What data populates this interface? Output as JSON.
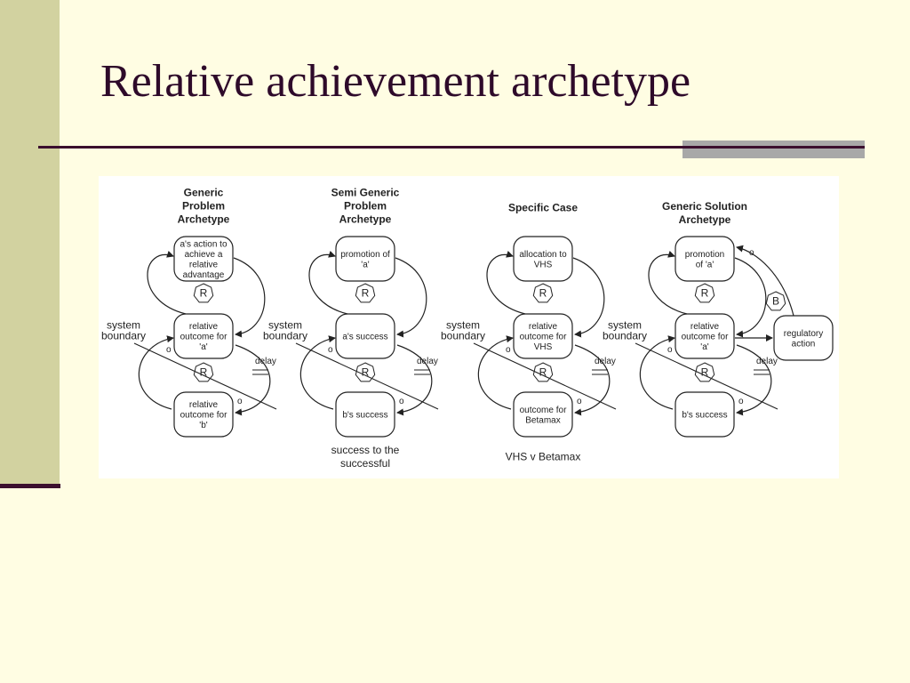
{
  "slide": {
    "title": "Relative achievement archetype"
  },
  "diagrams": [
    {
      "heading": [
        "Generic",
        "Problem",
        "Archetype"
      ],
      "top_node": [
        "a's action to",
        "achieve a",
        "relative",
        "advantage"
      ],
      "middle_node": [
        "relative",
        "outcome for",
        "'a'"
      ],
      "bottom_node": [
        "relative",
        "outcome for",
        "'b'"
      ],
      "loop_upper": "R",
      "loop_lower": "R",
      "boundary_label": [
        "system",
        "boundary"
      ],
      "delay_label": "delay",
      "polarity": "o",
      "caption": []
    },
    {
      "heading": [
        "Semi Generic",
        "Problem",
        "Archetype"
      ],
      "top_node": [
        "promotion of",
        "'a'"
      ],
      "middle_node": [
        "a's success"
      ],
      "bottom_node": [
        "b's success"
      ],
      "loop_upper": "R",
      "loop_lower": "R",
      "boundary_label": [
        "system",
        "boundary"
      ],
      "delay_label": "delay",
      "polarity": "o",
      "caption": [
        "success to the",
        "successful"
      ]
    },
    {
      "heading": [
        "Specific Case"
      ],
      "top_node": [
        "allocation to",
        "VHS"
      ],
      "middle_node": [
        "relative",
        "outcome for",
        "VHS"
      ],
      "bottom_node": [
        "outcome for",
        "Betamax"
      ],
      "loop_upper": "R",
      "loop_lower": "R",
      "boundary_label": [
        "system",
        "boundary"
      ],
      "delay_label": "delay",
      "polarity": "o",
      "caption": [
        "VHS v Betamax"
      ]
    },
    {
      "heading": [
        "Generic Solution",
        "Archetype"
      ],
      "top_node": [
        "promotion",
        "of 'a'"
      ],
      "middle_node": [
        "relative",
        "outcome for",
        "'a'"
      ],
      "bottom_node": [
        "b's success"
      ],
      "loop_upper": "R",
      "loop_lower": "R",
      "boundary_label": [
        "system",
        "boundary"
      ],
      "delay_label": "delay",
      "polarity": "o",
      "caption": [],
      "extra_node": [
        "regulatory",
        "action"
      ],
      "extra_loop": "B"
    }
  ]
}
